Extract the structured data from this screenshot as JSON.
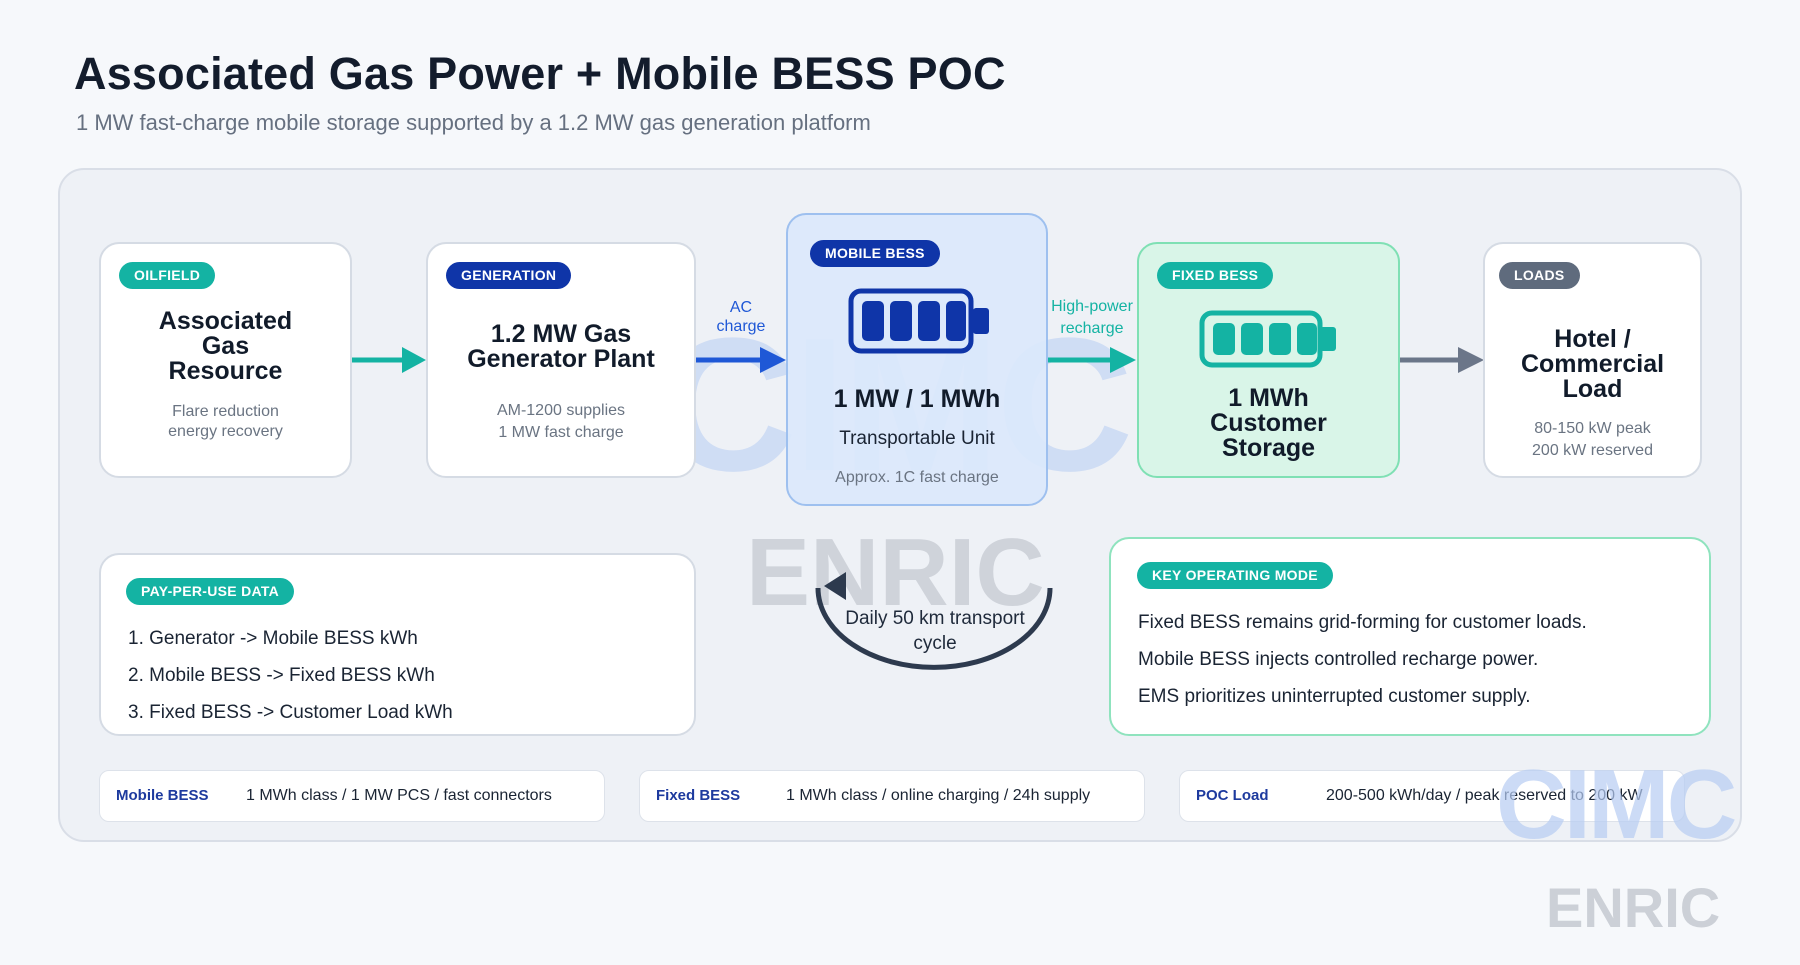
{
  "header": {
    "title": "Associated Gas Power + Mobile BESS POC",
    "subtitle": "1 MW fast-charge mobile storage supported by a 1.2 MW gas generation platform"
  },
  "flow": {
    "oilfield": {
      "tag": "OILFIELD",
      "title_lines": [
        "Associated",
        "Gas",
        "Resource"
      ],
      "sub_lines": [
        "Flare reduction",
        "energy recovery"
      ]
    },
    "generation": {
      "tag": "GENERATION",
      "title_lines": [
        "1.2 MW Gas",
        "Generator Plant"
      ],
      "sub_lines": [
        "AM-1200 supplies",
        "1 MW fast charge"
      ]
    },
    "ac_charge_lines": [
      "AC",
      "charge"
    ],
    "mobile_bess": {
      "tag": "MOBILE BESS",
      "title": "1 MW / 1 MWh",
      "subtitle": "Transportable Unit",
      "note": "Approx. 1C fast charge"
    },
    "recharge_lines": [
      "High-power",
      "recharge"
    ],
    "fixed_bess": {
      "tag": "FIXED BESS",
      "title_lines": [
        "1 MWh",
        "Customer",
        "Storage"
      ]
    },
    "loads": {
      "tag": "LOADS",
      "title_lines": [
        "Hotel /",
        "Commercial",
        "Load"
      ],
      "sub_lines": [
        "80-150 kW peak",
        "200 kW reserved"
      ]
    }
  },
  "pay_per_use": {
    "tag": "PAY-PER-USE DATA",
    "items": [
      "1. Generator -> Mobile BESS kWh",
      "2. Mobile BESS -> Fixed BESS kWh",
      "3. Fixed BESS -> Customer Load kWh"
    ]
  },
  "transport_cycle_lines": [
    "Daily 50 km transport",
    "cycle"
  ],
  "key_mode": {
    "tag": "KEY OPERATING MODE",
    "items": [
      "Fixed BESS remains grid-forming for customer loads.",
      "Mobile BESS injects controlled recharge power.",
      "EMS prioritizes uninterrupted customer supply."
    ]
  },
  "footer": [
    {
      "label": "Mobile BESS",
      "value": "1 MWh class / 1 MW PCS / fast connectors"
    },
    {
      "label": "Fixed BESS",
      "value": "1 MWh class / online charging / 24h supply"
    },
    {
      "label": "POC Load",
      "value": "200-500 kWh/day / peak reserved to 200 kW"
    }
  ],
  "watermarks": {
    "logo_top": "CIMC",
    "logo_bottom": "ENRIC"
  },
  "colors": {
    "teal": "#14b3a3",
    "navy": "#0f35a8",
    "blue_arrow": "#1f58d6",
    "gray_arrow": "#6b7689",
    "green_card": "#d7f5e6",
    "blue_card": "#dbe8fb"
  }
}
